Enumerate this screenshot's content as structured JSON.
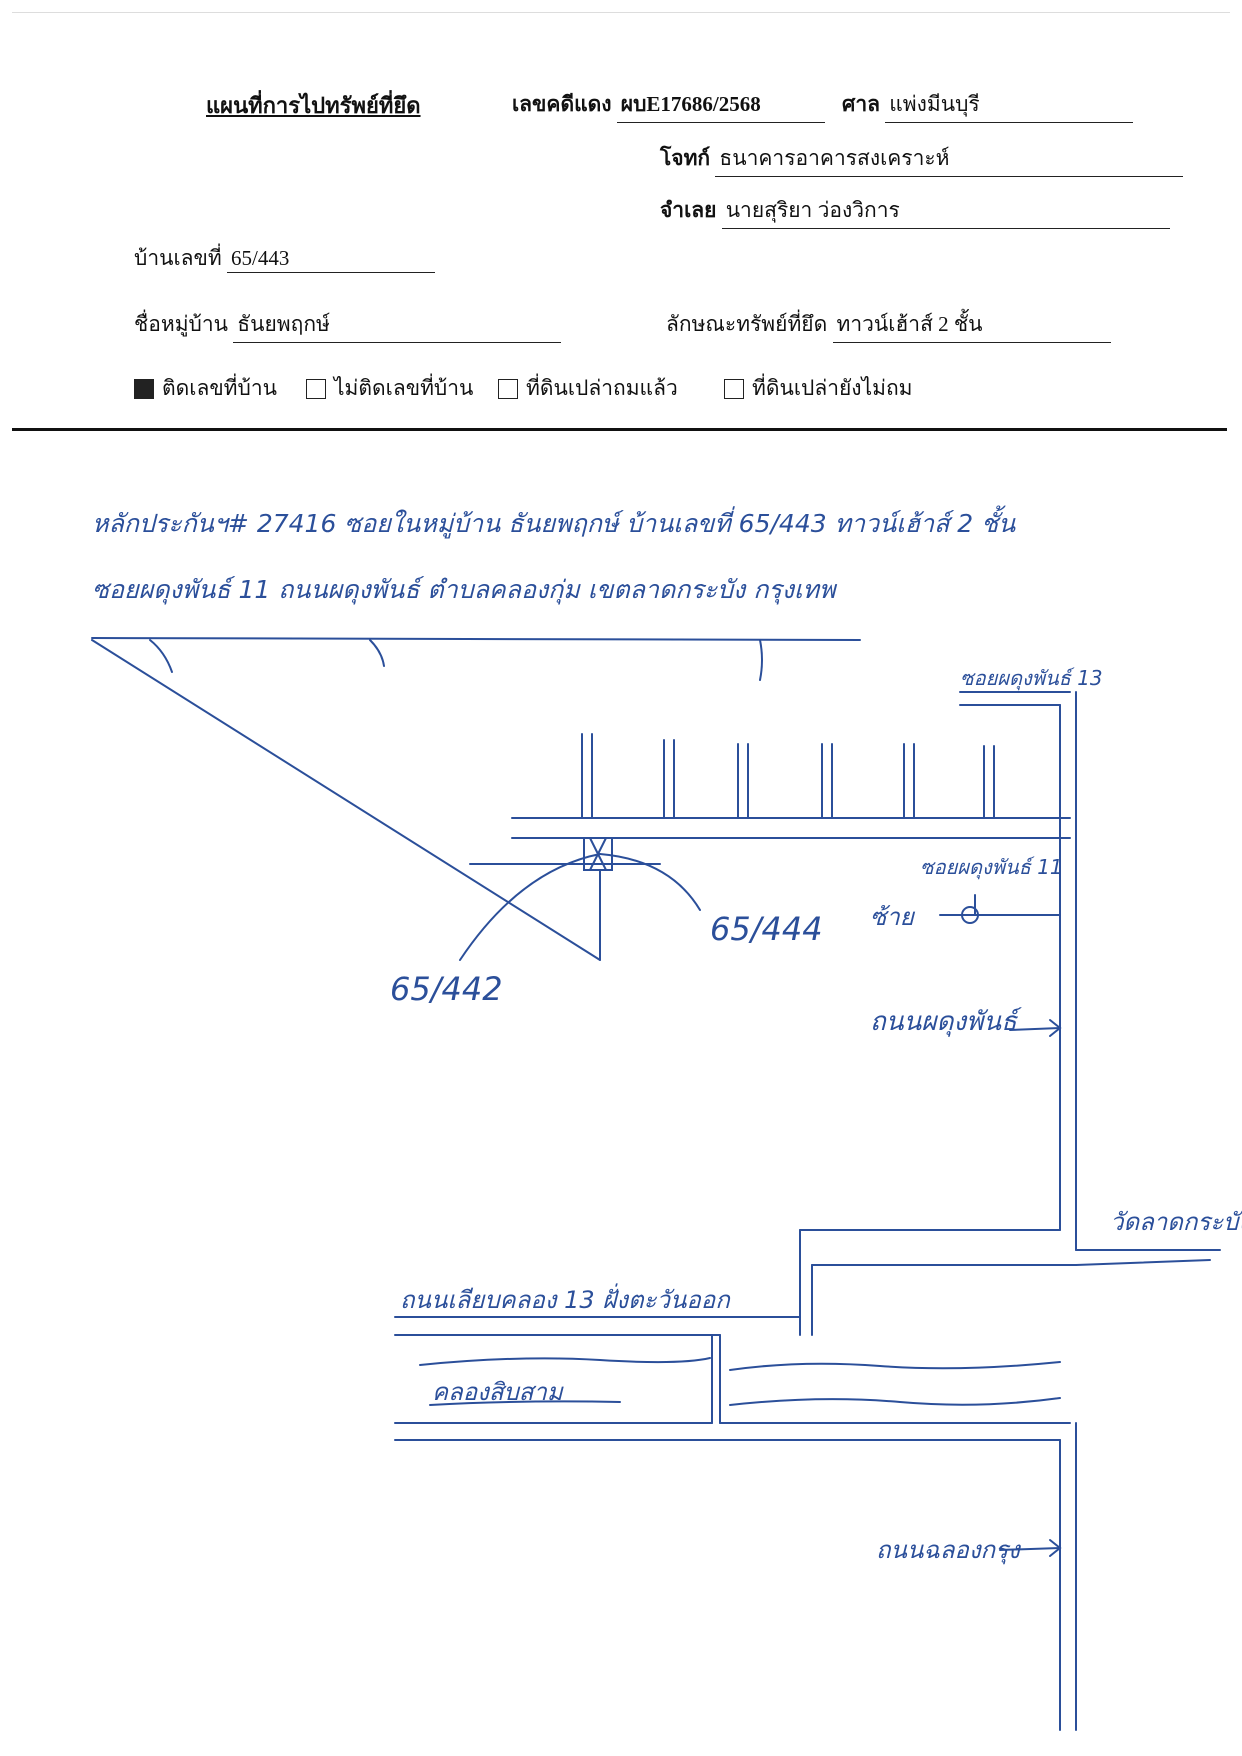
{
  "header": {
    "title": "แผนที่การไปทรัพย์ที่ยึด",
    "case_label": "เลขคดีแดง",
    "case_value": "ผบE17686/2568",
    "court_label": "ศาล",
    "court_value": "แพ่งมีนบุรี",
    "plaintiff_label": "โจทก์",
    "plaintiff_value": "ธนาคารอาคารสงเคราะห์",
    "defendant_label": "จำเลย",
    "defendant_value": "นายสุริยา ว่องวิการ",
    "house_no_label": "บ้านเลขที่",
    "house_no_value": "65/443",
    "village_label": "ชื่อหมู่บ้าน",
    "village_value": "ธันยพฤกษ์",
    "property_label": "ลักษณะทรัพย์ที่ยึด",
    "property_value": "ทาวน์เฮ้าส์ 2 ชั้น"
  },
  "checkboxes": [
    {
      "label": "ติดเลขที่บ้าน",
      "checked": true
    },
    {
      "label": "ไม่ติดเลขที่บ้าน",
      "checked": false
    },
    {
      "label": "ที่ดินเปล่าถมแล้ว",
      "checked": false
    },
    {
      "label": "ที่ดินเปล่ายังไม่ถม",
      "checked": false
    }
  ],
  "sketch": {
    "address_line1": "หลักประกันฯ# 27416 ซอยในหมู่บ้าน ธันยพฤกษ์ บ้านเลขที่ 65/443 ทาวน์เฮ้าส์ 2 ชั้น",
    "address_line2": "ซอยผดุงพันธ์ 11 ถนนผดุงพันธ์ ตำบลคลองกุ่ม เขตลาดกระบัง กรุงเทพ",
    "label_soi13": "ซอยผดุงพันธ์ 13",
    "label_soi11": "ซอยผดุงพันธ์ 11",
    "label_house_444": "65/444",
    "label_house_442": "65/442",
    "label_direction": "ซ้าย",
    "label_road_main": "ถนนผดุงพันธ์",
    "label_area": "วัดลาดกระบัง",
    "label_canal_road": "ถนนเลียบคลอง 13 ฝั่งตะวันออก",
    "label_canal": "คลองสิบสาม",
    "label_road_bottom": "ถนนฉลองกรุง",
    "colors": {
      "ink": "#2b4f9a"
    }
  }
}
